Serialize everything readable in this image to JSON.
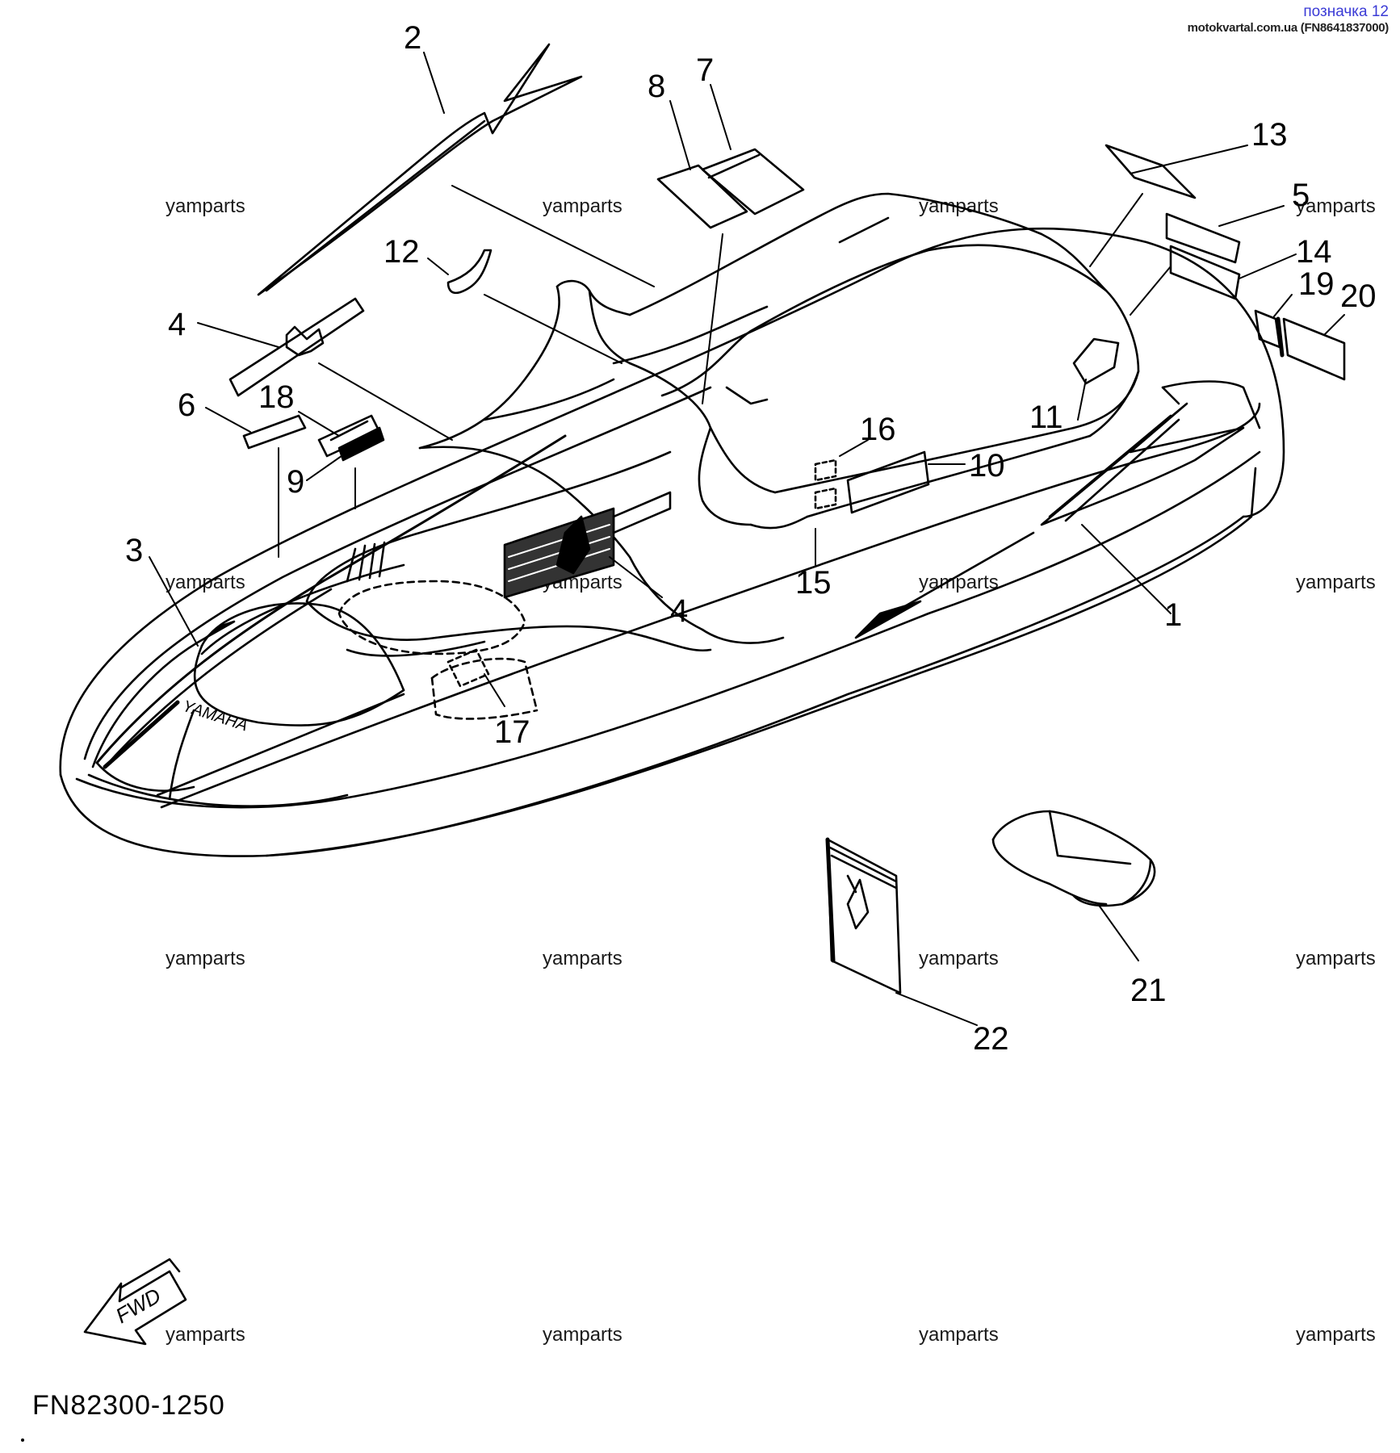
{
  "header": {
    "title": "позначка 12",
    "site": "motokvartal.com.ua (FN8641837000)"
  },
  "watermark": "yamparts",
  "callouts": [
    "1",
    "2",
    "3",
    "4",
    "4",
    "5",
    "6",
    "7",
    "8",
    "9",
    "10",
    "11",
    "12",
    "13",
    "14",
    "15",
    "16",
    "17",
    "18",
    "19",
    "20",
    "21",
    "22"
  ],
  "fwd_label": "FWD",
  "diagram_code": "FN82300-1250",
  "hull_brand_text": "YAMAHA"
}
